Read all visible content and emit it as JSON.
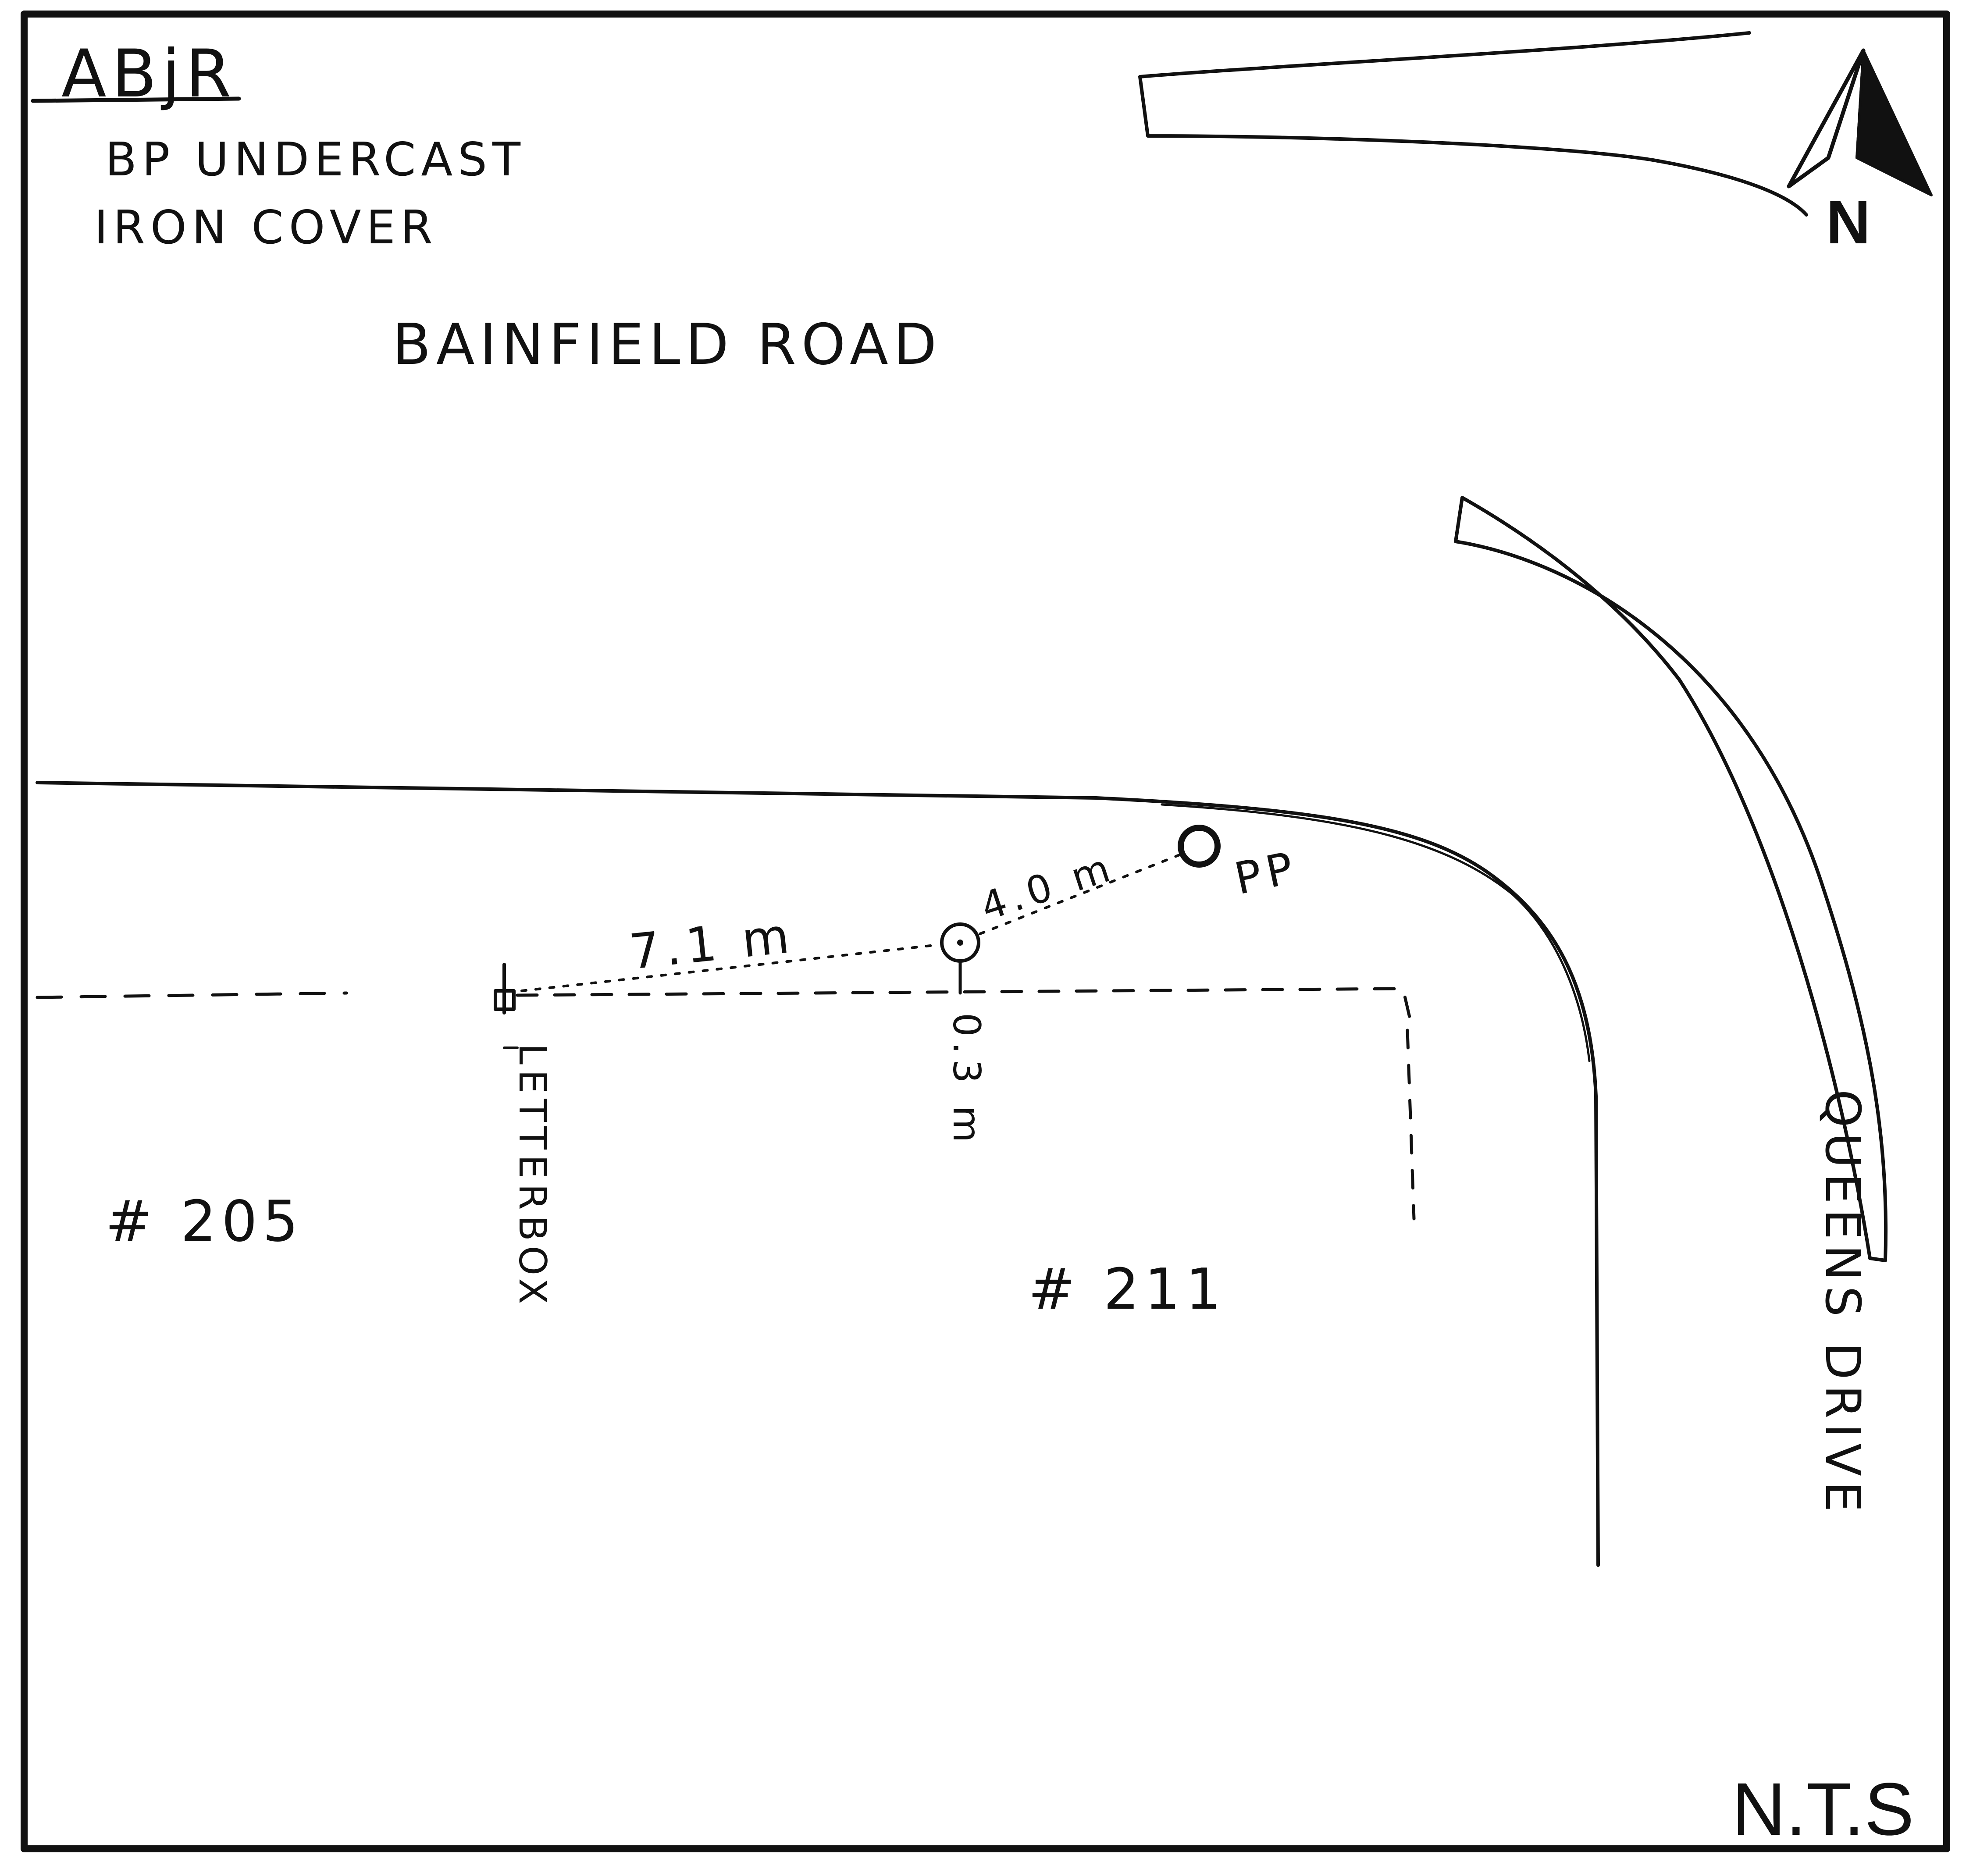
{
  "sheet": {
    "ref": "ABjR",
    "note_line_1": "BP UNDERCAST",
    "note_line_2": "IRON COVER",
    "scale_note": "N.T.S",
    "ink_color": "#111111",
    "paper_color": "#ffffff"
  },
  "roads": {
    "main": "BAINFIELD ROAD",
    "side": "QUEENS DRIVE"
  },
  "properties": {
    "left": "# 205",
    "right": "# 211"
  },
  "features": {
    "letterbox": "LETTERBOX",
    "pit_label": "PP"
  },
  "measurements": {
    "letterbox_to_pit": "7.1 m",
    "pit_to_pp": "4.0 m",
    "pit_to_boundary": "0.3 m"
  },
  "north": {
    "label": "N",
    "icon": "north-arrow-icon"
  }
}
